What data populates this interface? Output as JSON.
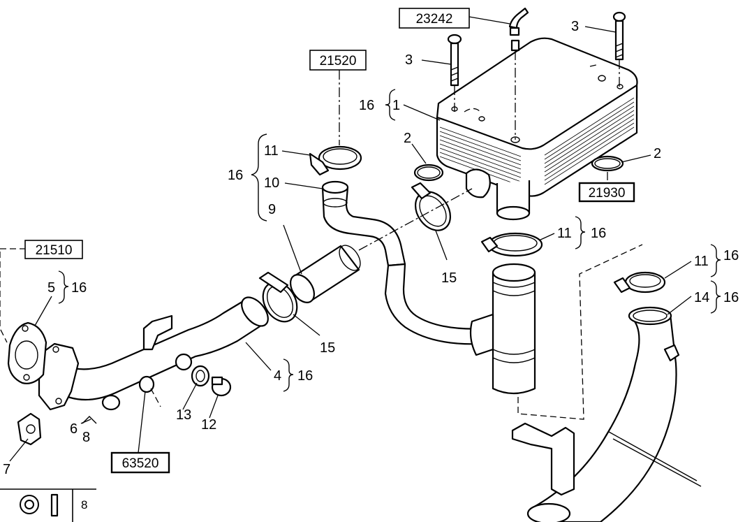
{
  "ref_boxes": {
    "r23242": "23242",
    "r21520": "21520",
    "r21930": "21930",
    "r21510": "21510",
    "r63520": "63520"
  },
  "callouts": {
    "n3a": "3",
    "n3b": "3",
    "n16_cooler": "16",
    "n1": "1",
    "n2a": "2",
    "n2b": "2",
    "n16_group": "16",
    "n11a": "11",
    "n10": "10",
    "n9": "9",
    "n15a": "15",
    "n11b": "11",
    "n16_11b": "16",
    "n11c": "11",
    "n16_11c": "16",
    "n14": "14",
    "n16_14": "16",
    "n5": "5",
    "n16_5": "16",
    "n15b": "15",
    "n4": "4",
    "n16_4": "16",
    "n13": "13",
    "n12": "12",
    "n6": "6",
    "n8a": "8",
    "n7": "7"
  },
  "legend": {
    "qty": "8"
  }
}
